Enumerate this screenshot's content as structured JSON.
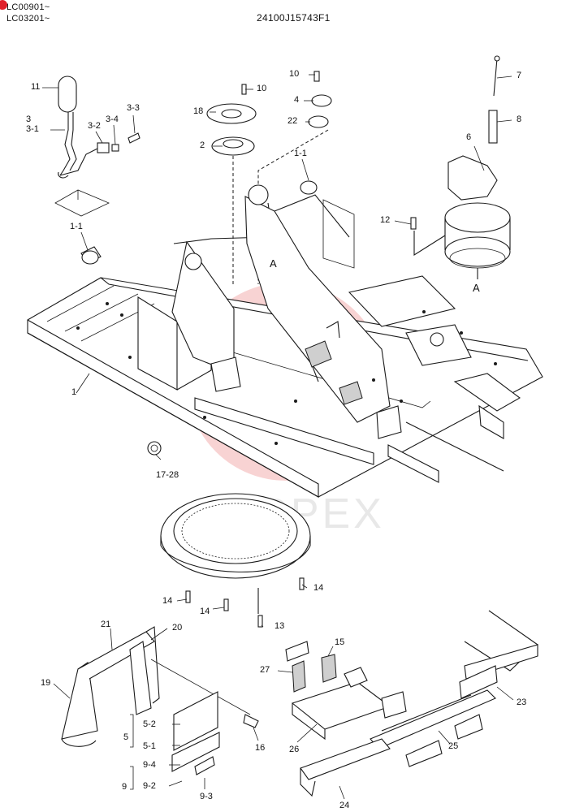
{
  "header": {
    "serial_1": "LC00901~",
    "serial_2": "LC03201~",
    "drawing_number": "24100J15743F1"
  },
  "watermark": {
    "text": "VIPPEX",
    "color": "#e23b3b"
  },
  "callouts": {
    "c11": "11",
    "c3": "3",
    "c3_1": "3-1",
    "c3_2": "3-2",
    "c3_4": "3-4",
    "c3_3": "3-3",
    "c10a": "10",
    "c10b": "10",
    "c18": "18",
    "c2": "2",
    "c4": "4",
    "c22": "22",
    "c7": "7",
    "c8": "8",
    "c6": "6",
    "c1_1a": "1-1",
    "c1_1b": "1-1",
    "c12": "12",
    "cA1": "A",
    "cA2": "A",
    "c1": "1",
    "c17_28": "17-28",
    "c14a": "14",
    "c14b": "14",
    "c14c": "14",
    "c13": "13",
    "c21": "21",
    "c20": "20",
    "c19": "19",
    "c5": "5",
    "c5_2": "5-2",
    "c5_1": "5-1",
    "c9": "9",
    "c9_4": "9-4",
    "c9_2": "9-2",
    "c9_3": "9-3",
    "c16": "16",
    "c15": "15",
    "c27": "27",
    "c23": "23",
    "c26": "26",
    "c25": "25",
    "c24": "24"
  }
}
